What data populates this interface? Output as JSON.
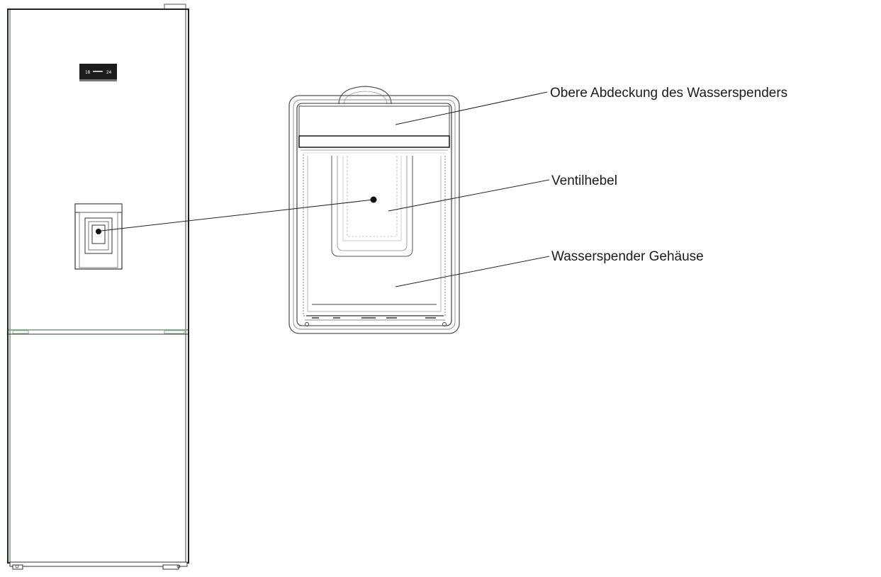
{
  "callouts": {
    "top_cover": "Obere Abdeckung des Wasserspenders",
    "valve_lever": "Ventilhebel",
    "housing": "Wasserspender Gehäuse"
  },
  "colors": {
    "line": "#222222",
    "light_line": "#9a9a9a",
    "green_edge": "#6f9f7a",
    "text": "#1a1a1a"
  }
}
